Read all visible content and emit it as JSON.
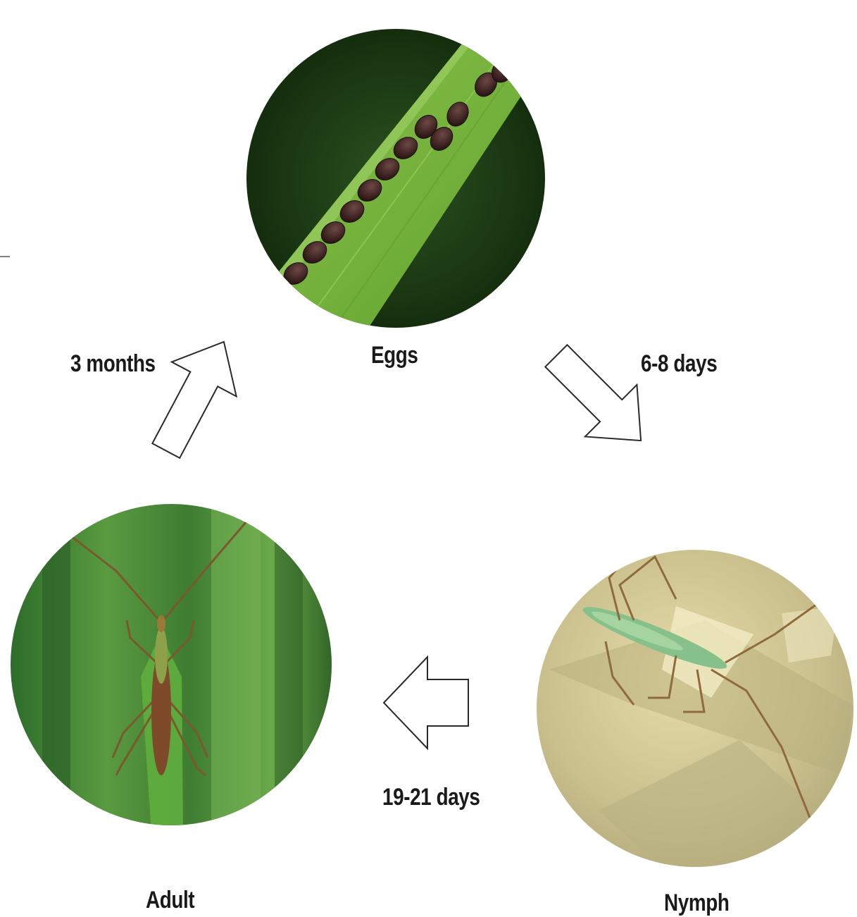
{
  "stages": {
    "eggs": "Eggs",
    "nymph": "Nymph",
    "adult": "Adult"
  },
  "durations": {
    "eggs_to_nymph": "6-8 days",
    "nymph_to_adult": "19-21 days",
    "adult_to_eggs": "3 months"
  },
  "colors": {
    "leaf_green": "#7cb73f",
    "dark_background": "#14300f",
    "egg_brown": "#3e2320",
    "nymph_background": "#cfc79a",
    "adult_background": "#3d7a30"
  }
}
